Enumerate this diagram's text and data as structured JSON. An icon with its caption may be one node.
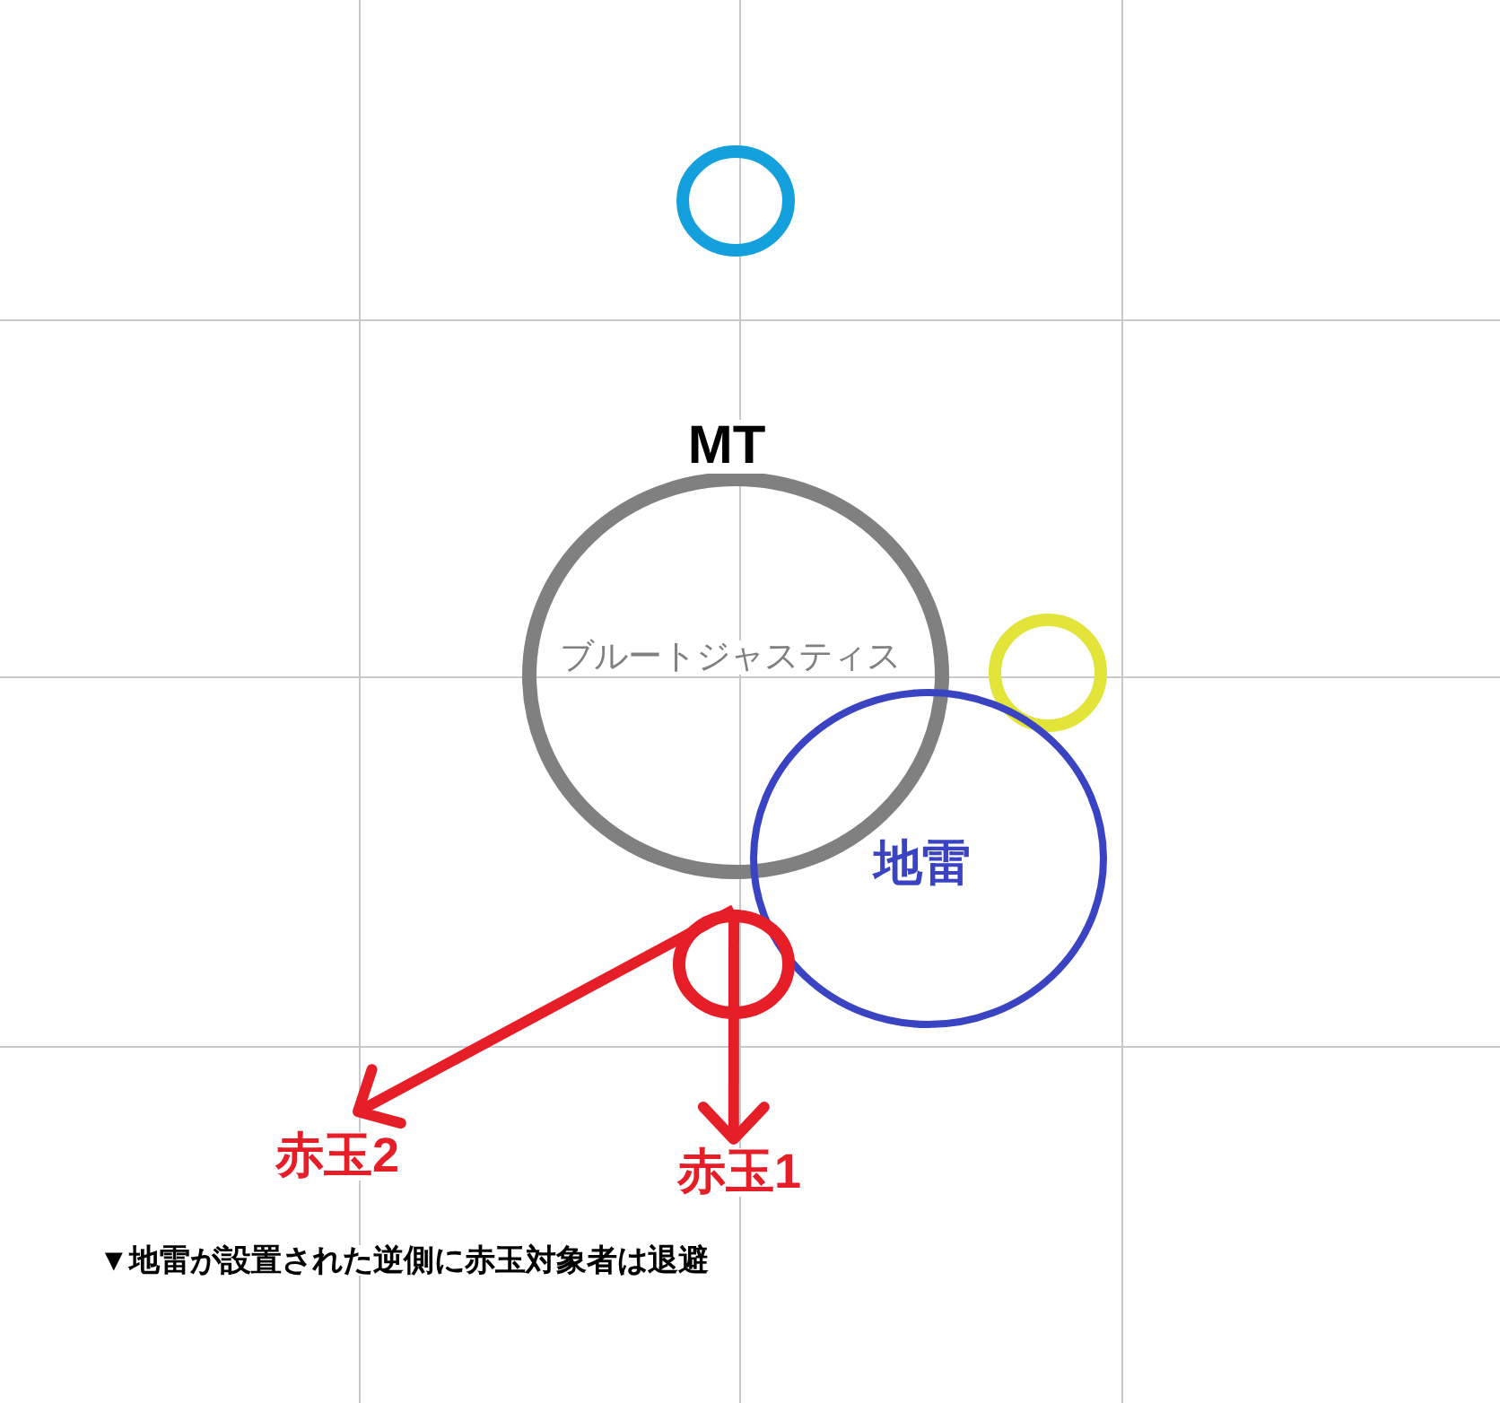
{
  "diagram": {
    "nodes": [
      {
        "text": [],
        "shape": "circle"
      },
      {
        "text": [
          "MT",
          "ブルートジャスティス"
        ]
      },
      {
        "text": [],
        "shape": "circle"
      },
      {
        "text": [
          "地雷"
        ]
      },
      {
        "text": [],
        "shape": "circle"
      },
      {
        "text": [
          "赤玉2"
        ]
      },
      {
        "text": [
          "赤玉1"
        ]
      }
    ],
    "edges": [
      {
        "from": 4,
        "to": 5,
        "arrow": "to"
      },
      {
        "from": 4,
        "to": 6,
        "arrow": "to"
      }
    ],
    "labels": [
      "▼地雷が設置された逆側に赤玉対象者は退避"
    ]
  }
}
